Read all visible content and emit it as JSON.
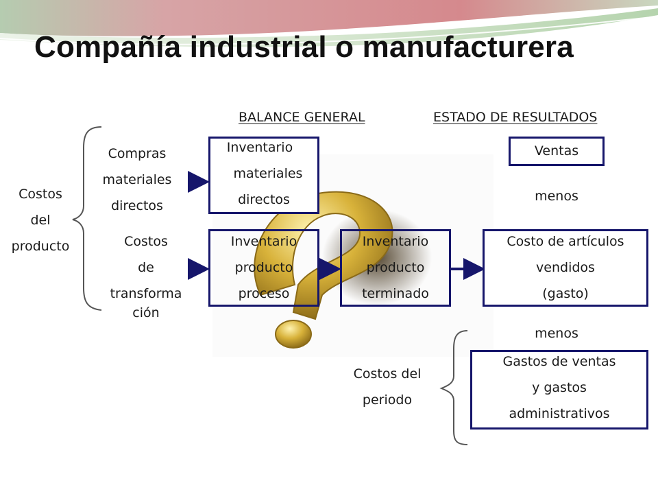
{
  "title": "Compañía industrial o manufacturera",
  "headers": {
    "balance": "BALANCE GENERAL",
    "resultados": "ESTADO DE RESULTADOS"
  },
  "left_labels": {
    "costos_producto": [
      "Costos",
      "del",
      "producto"
    ],
    "compras": [
      "Compras",
      "materiales",
      "directos"
    ],
    "transformacion": [
      "Costos",
      "de",
      "transforma",
      "ción"
    ],
    "costos_periodo": [
      "Costos del",
      "periodo"
    ]
  },
  "boxes": {
    "inv_materiales": [
      "Inventario",
      "materiales",
      "directos"
    ],
    "inv_proceso": [
      "Inventario",
      "producto",
      "proceso"
    ],
    "inv_terminado": [
      "Inventario",
      "producto",
      "terminado"
    ],
    "ventas": [
      "Ventas"
    ],
    "costo_articulos": [
      "Costo de artículos",
      "vendidos",
      "(gasto)"
    ],
    "gastos": [
      "Gastos de ventas",
      "y gastos",
      "administrativos"
    ]
  },
  "connectors": {
    "menos_1": "menos",
    "menos_2": "menos"
  },
  "colors": {
    "box_border": "#16166b",
    "arrow": "#16166b",
    "bracket": "#555555",
    "header_stripe_pink": "#d98a8e",
    "header_stripe_green": "#9fc79a",
    "decor_gold": "#c9a52a"
  },
  "icons": {
    "decorative_image": "gold-question-mark-icon"
  }
}
